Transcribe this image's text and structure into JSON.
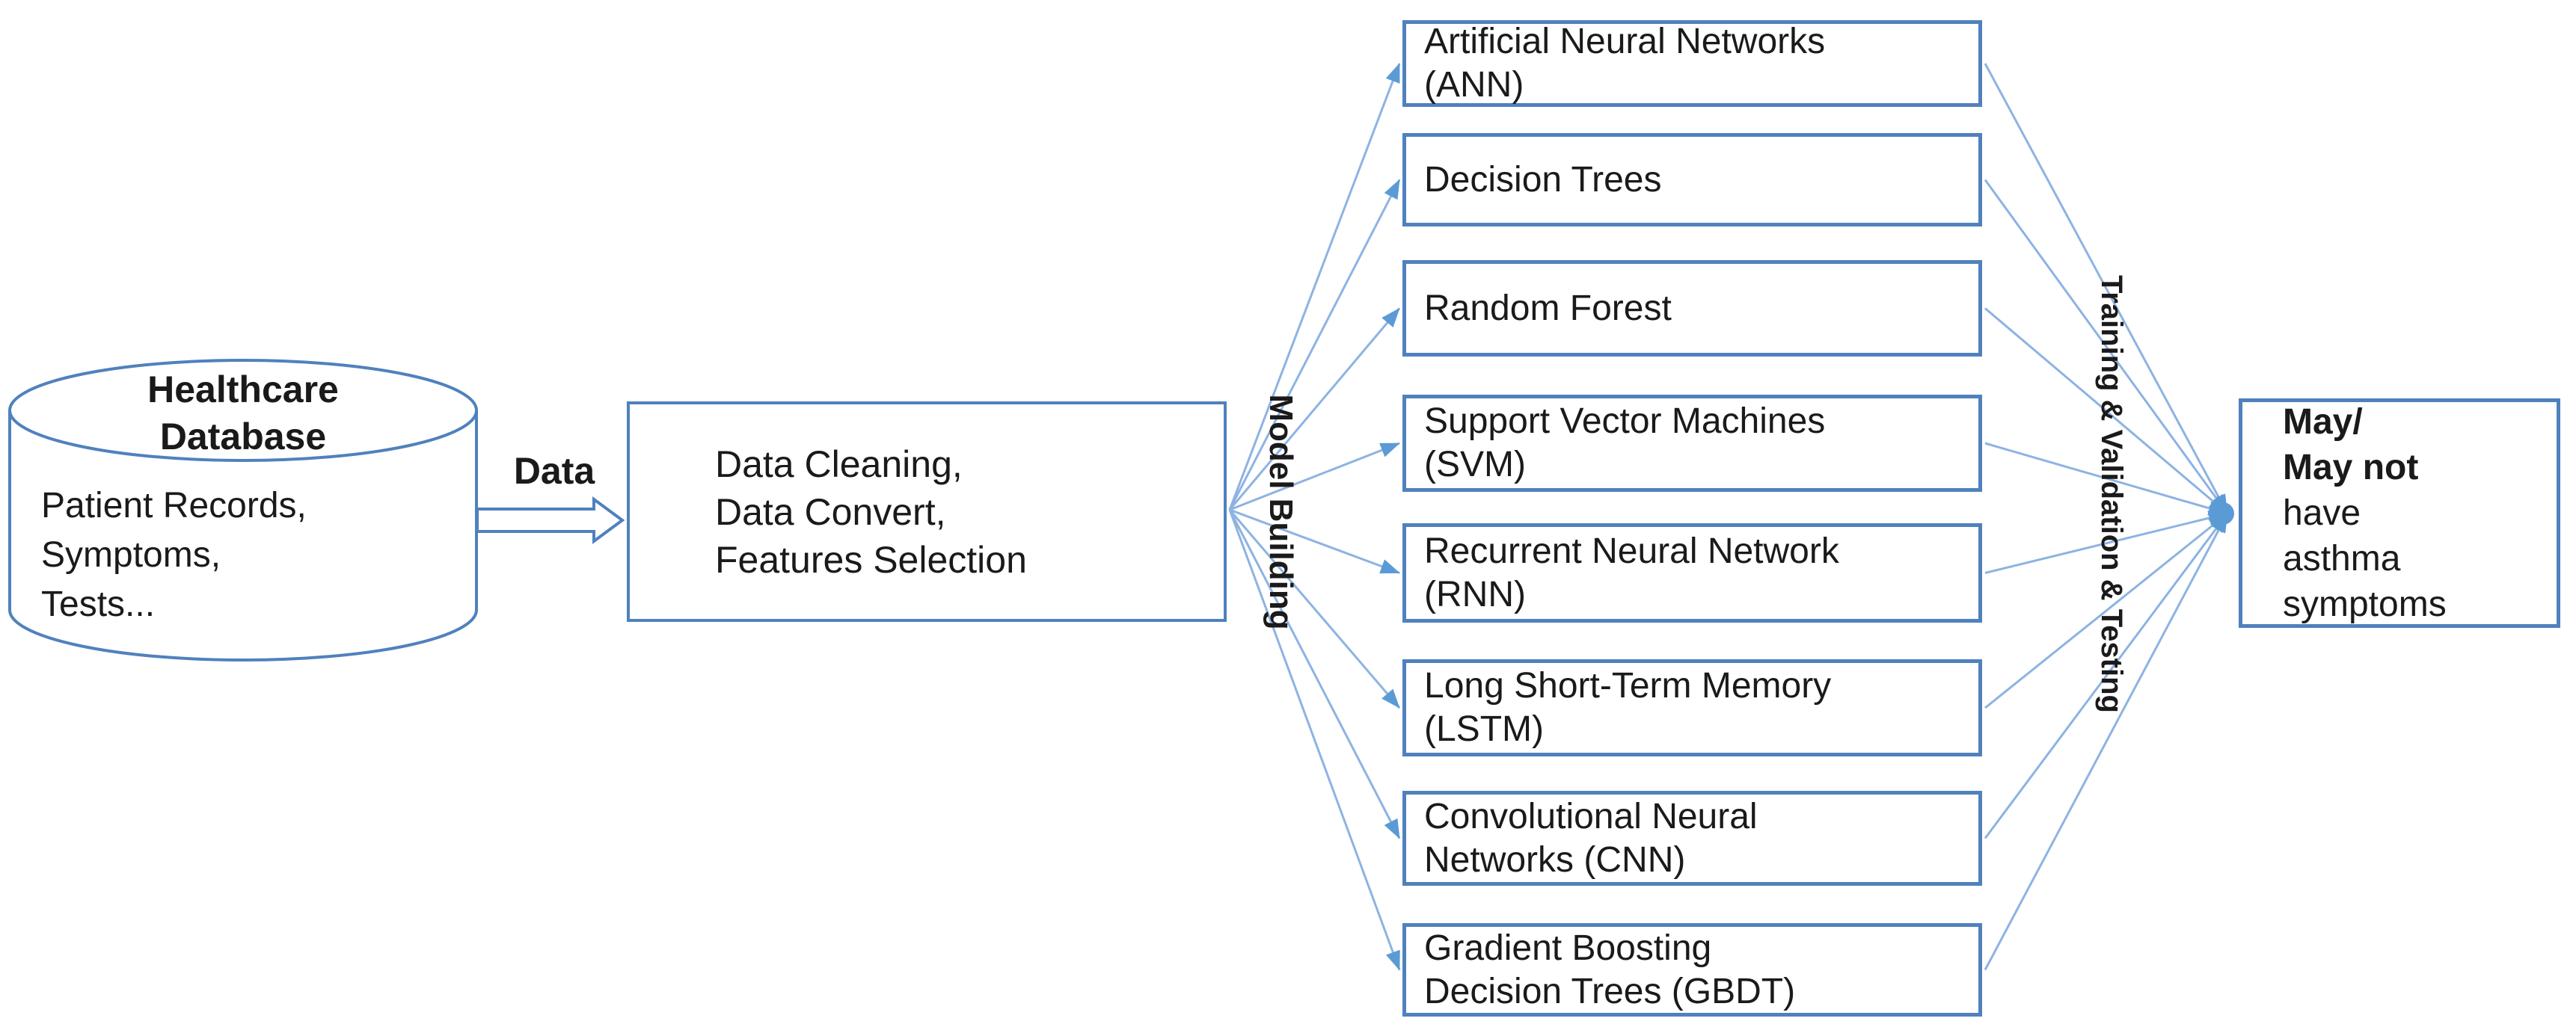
{
  "database": {
    "title_lines": [
      "Healthcare",
      "Database"
    ],
    "body_lines": [
      "Patient Records,",
      "Symptoms,",
      "Tests..."
    ]
  },
  "data_arrow": {
    "label": "Data"
  },
  "process": {
    "lines": [
      "Data Cleaning,",
      "Data Convert,",
      "Features Selection"
    ]
  },
  "fan_out_label": "Model Building",
  "models": [
    {
      "id": "ann",
      "lines": [
        "Artificial Neural Networks",
        "(ANN)"
      ]
    },
    {
      "id": "decision-trees",
      "lines": [
        "Decision Trees"
      ]
    },
    {
      "id": "random-forest",
      "lines": [
        "Random Forest"
      ]
    },
    {
      "id": "svm",
      "lines": [
        "Support Vector Machines",
        "(SVM)"
      ]
    },
    {
      "id": "rnn",
      "lines": [
        "Recurrent Neural Network",
        "(RNN)"
      ]
    },
    {
      "id": "lstm",
      "lines": [
        "Long Short-Term Memory",
        "(LSTM)"
      ]
    },
    {
      "id": "cnn",
      "lines": [
        "Convolutional Neural",
        "Networks (CNN)"
      ]
    },
    {
      "id": "gbdt",
      "lines": [
        "Gradient Boosting",
        "Decision Trees (GBDT)"
      ]
    }
  ],
  "fan_in_label": "Training & Validation & Testing",
  "result": {
    "lines": [
      {
        "text": "May/",
        "bold": true
      },
      {
        "text": "May not",
        "bold": true
      },
      {
        "text": "have",
        "bold": false
      },
      {
        "text": "asthma",
        "bold": false
      },
      {
        "text": "symptoms",
        "bold": false
      }
    ]
  },
  "colors": {
    "shape_border": "#4f81bd",
    "arrow_line": "#8db3e2",
    "arrow_head": "#5b9bd5",
    "text": "#1a1a1a"
  }
}
